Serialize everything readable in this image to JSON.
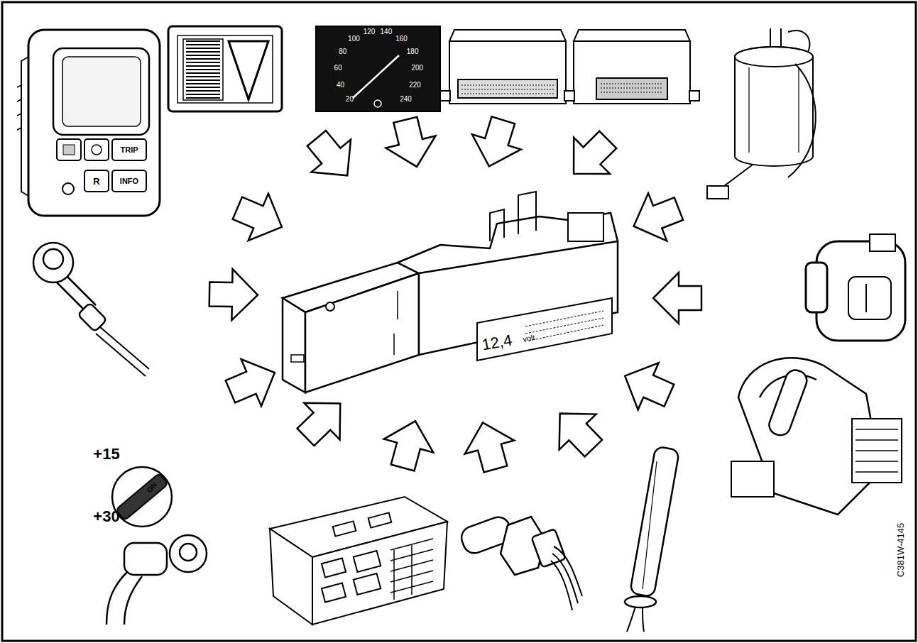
{
  "diagram": {
    "labels": [
      "TRIP",
      "R",
      "INFO",
      "20",
      "40",
      "60",
      "80",
      "100",
      "120",
      "140",
      "160",
      "180",
      "200",
      "220",
      "240",
      "12,4",
      "volt",
      "+15",
      "ON",
      "+30",
      "C381W-4145"
    ]
  }
}
